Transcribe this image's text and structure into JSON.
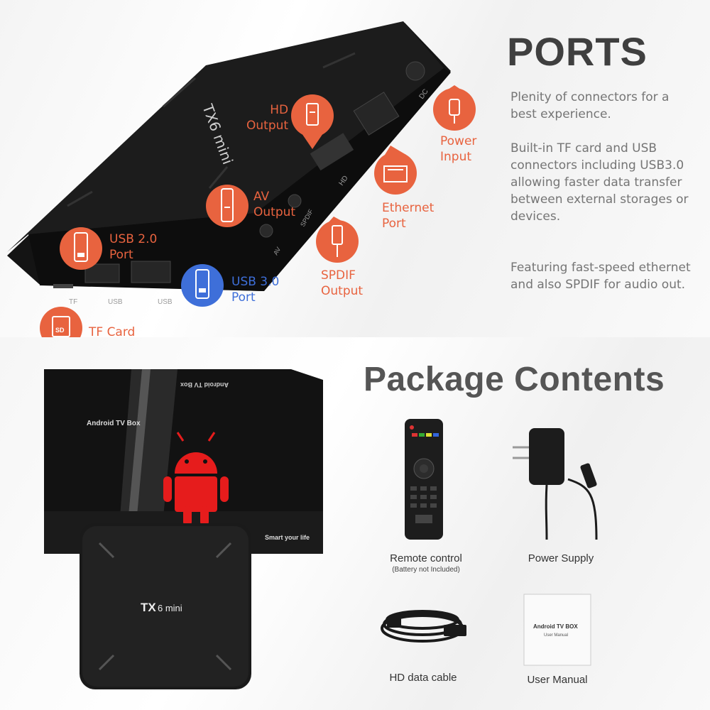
{
  "ports": {
    "title": "PORTS",
    "paragraphs": [
      "Plenity of connectors for a best experience.",
      "Built-in TF card and USB connectors including USB3.0 allowing faster data transfer between external storages or devices.",
      "Featuring fast-speed ethernet and also SPDIF for audio out."
    ],
    "callouts": {
      "hd": [
        "HD",
        "Output"
      ],
      "power": [
        "Power",
        "Input"
      ],
      "av": [
        "AV",
        "Output"
      ],
      "ethernet": [
        "Ethernet",
        "Port"
      ],
      "usb2": [
        "USB 2.0",
        "Port"
      ],
      "usb3": [
        "USB 3.0",
        "Port"
      ],
      "spdif": [
        "SPDIF",
        "Output"
      ],
      "tf": [
        "TF Card"
      ]
    },
    "device_print": {
      "brand": "TX6 mini",
      "port_hd": "HD",
      "port_av": "AV",
      "port_spdif": "SPDIF",
      "port_usb_1": "USB",
      "port_usb_2": "USB",
      "port_tf": "TF",
      "port_dc": "DC"
    },
    "colors": {
      "accent_orange": "#e8633f",
      "accent_blue": "#3e6fd9"
    }
  },
  "package": {
    "title": "Package Contents",
    "box": {
      "side_text": "Android TV Box",
      "top_text": "Android TV Box",
      "slogan": "Smart your life",
      "device_brand": "TX",
      "device_model": "6 mini"
    },
    "items": {
      "remote": {
        "label": "Remote control",
        "sub": "(Battery not Included)"
      },
      "power": {
        "label": "Power Supply"
      },
      "cable": {
        "label": "HD data cable"
      },
      "manual": {
        "label": "User Manual",
        "cover_title": "Android TV BOX",
        "cover_sub": "User Manual"
      }
    }
  }
}
